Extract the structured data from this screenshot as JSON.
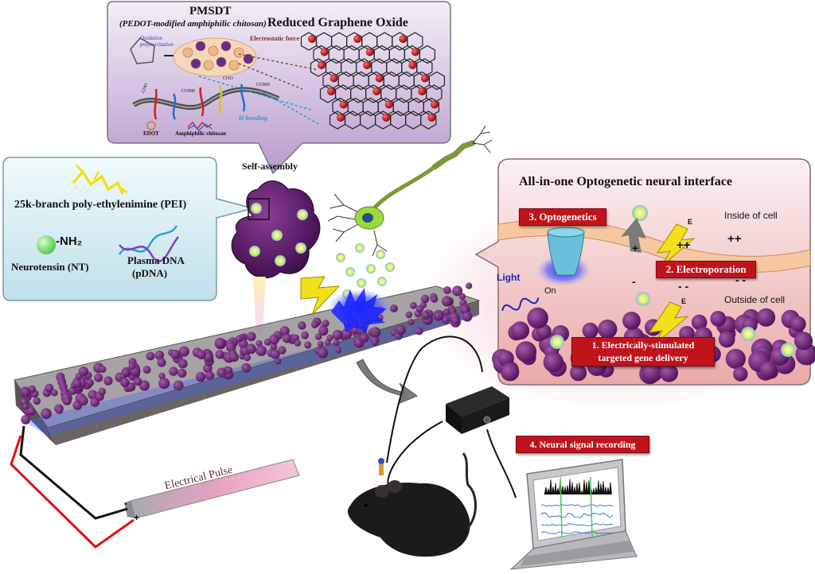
{
  "pmsdt_panel": {
    "title": "PMSDT",
    "subtitle": "(PEDOT-modified amphiphilic chitosan)",
    "rgo_title": "Reduced Graphene Oxide",
    "oxidation_label": "Oxidation polymerization",
    "electrostatic_label": "Electrostatic force",
    "hbonding_label": "H-bonding",
    "edot_label": "EDOT",
    "chitosan_label": "Amphiphilic chitosan",
    "group_coo": "COO",
    "group_conh": "CONH"
  },
  "self_assembly_label": "Self-assembly",
  "materials_panel": {
    "pei_label": "25k-branch poly-ethylenimine (PEI)",
    "nh2_label": "-NH₂",
    "nt_label": "Neurotensin (NT)",
    "pdna_label_line1": "Plasma DNA",
    "pdna_label_line2": "(pDNA)"
  },
  "interface_panel": {
    "title": "All-in-one Optogenetic neural interface",
    "step3": "3. Optogenetics",
    "step2": "2. Electroporation",
    "step1_line1": "1. Electrically-stimulated",
    "step1_line2": "targeted gene delivery",
    "inside_label": "Inside of cell",
    "outside_label": "Outside of cell",
    "light_label": "Light",
    "on_label": "On",
    "field_label": "E",
    "charge_plus": "+",
    "charge_plusplus": "++",
    "charge_minus": "-",
    "charge_minusminus": "- -"
  },
  "recording_label": "4. Neural signal recording",
  "pulse_label": "Electrical Pulse",
  "pulse_minus": "-",
  "pulse_plus": "+",
  "colors": {
    "red_label": "#c0141c",
    "particle_purple": "#6e1b78",
    "callout_blue": "#d7ecf2",
    "callout_purple": "#d9c8e6",
    "callout_pink": "#f4cfcf",
    "membrane": "#f7c7a2"
  }
}
